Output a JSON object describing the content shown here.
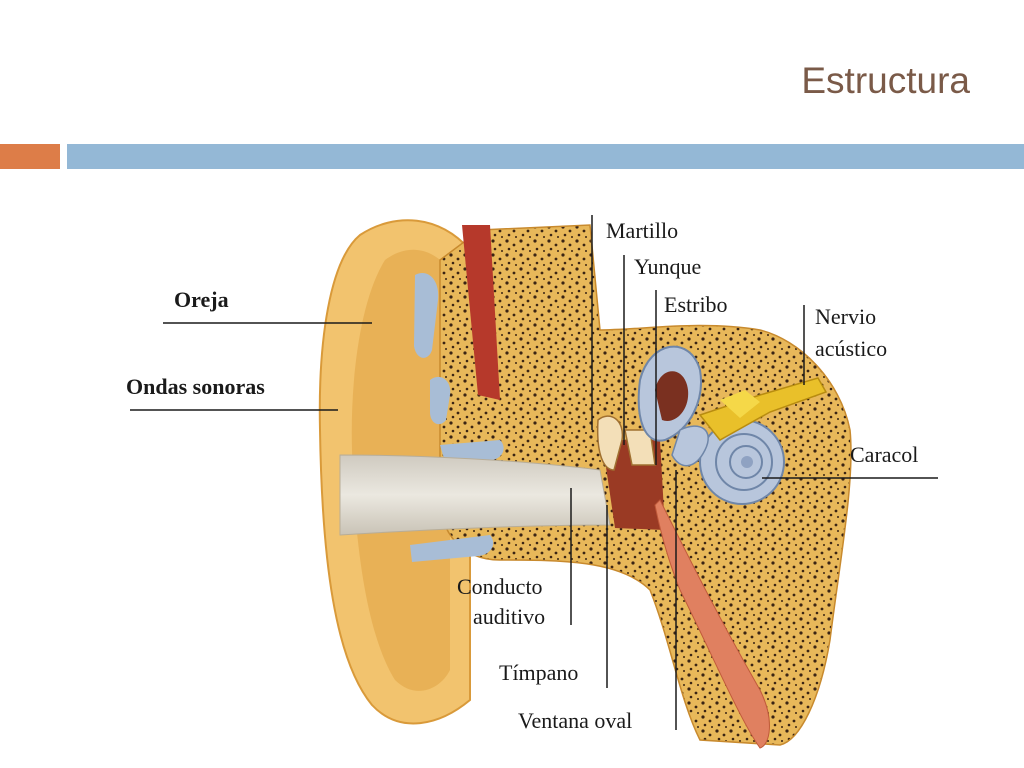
{
  "slide": {
    "title": "Estructura"
  },
  "labels": {
    "oreja": "Oreja",
    "ondas": "Ondas sonoras",
    "martillo": "Martillo",
    "yunque": "Yunque",
    "estribo": "Estribo",
    "nervio_1": "Nervio",
    "nervio_2": "acústico",
    "caracol": "Caracol",
    "conducto_1": "Conducto",
    "conducto_2": "auditivo",
    "timpano": "Tímpano",
    "ventana": "Ventana oval"
  },
  "colors": {
    "accent_orange": "#dd7d48",
    "accent_blue": "#94b8d6",
    "title": "#7a5a48",
    "skin": "#f2c36e",
    "bone": "#d9a441",
    "canal": "#d8d6cf",
    "cochlea": "#b8c6dc",
    "nerve": "#e9c02a",
    "blood": "#b6392b"
  }
}
